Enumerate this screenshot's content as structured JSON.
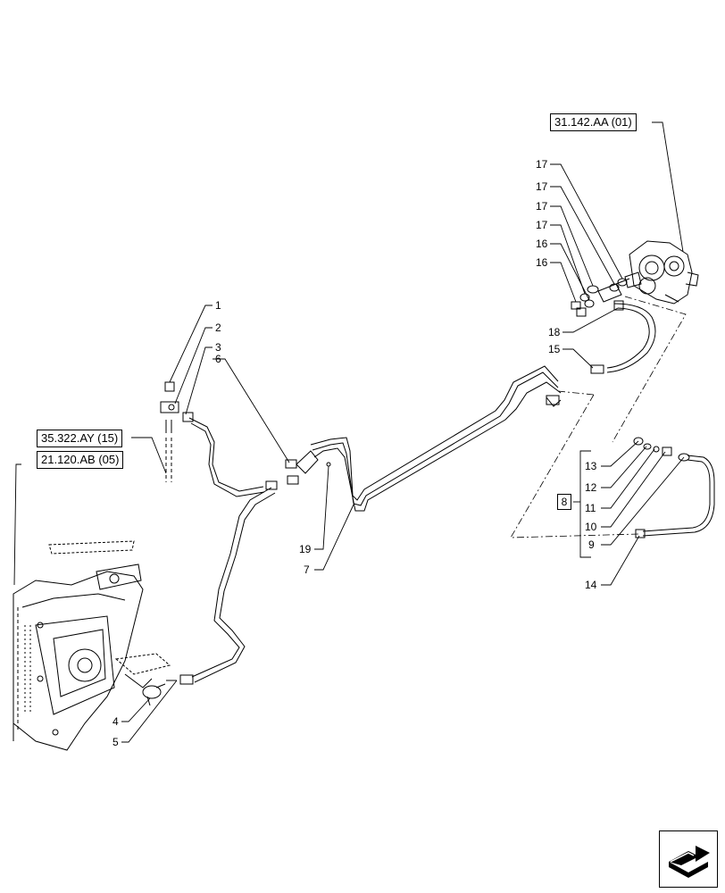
{
  "references": {
    "ref_31142": "31.142.AA (01)",
    "ref_35322": "35.322.AY (15)",
    "ref_21120": "21.120.AB (05)"
  },
  "callouts": {
    "c1": "1",
    "c2": "2",
    "c3": "3",
    "c4": "4",
    "c5": "5",
    "c6": "6",
    "c7": "7",
    "c8": "8",
    "c9": "9",
    "c10": "10",
    "c11": "11",
    "c12": "12",
    "c13": "13",
    "c14": "14",
    "c15": "15",
    "c16a": "16",
    "c16b": "16",
    "c17a": "17",
    "c17b": "17",
    "c17c": "17",
    "c17d": "17",
    "c18": "18",
    "c19": "19"
  },
  "icons": {
    "nav": "next-page-arrow-icon"
  },
  "colors": {
    "line": "#000000",
    "background": "#ffffff"
  }
}
